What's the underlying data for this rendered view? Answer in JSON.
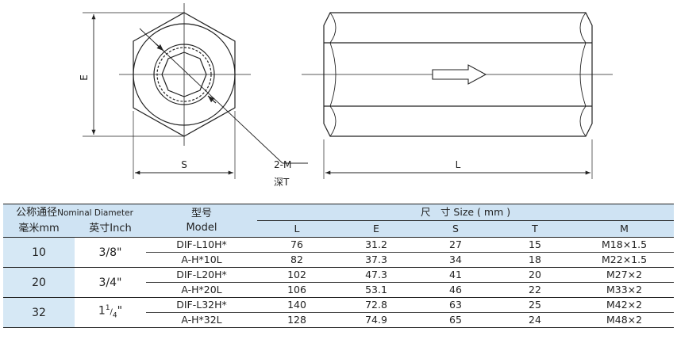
{
  "drawing": {
    "labels": {
      "e": "E",
      "s": "S",
      "thread": "2-M",
      "depth": "深T",
      "length": "L"
    }
  },
  "table": {
    "nominal_header_cn": "公称通径",
    "nominal_header_en": "Nominal Diameter",
    "mm_header": "毫米mm",
    "inch_header": "英寸Inch",
    "model_header_cn": "型号",
    "model_header_en": "Model",
    "size_header": "尺　寸 Size ( mm )",
    "columns": [
      "L",
      "E",
      "S",
      "T",
      "M"
    ],
    "groups": [
      {
        "mm": "10",
        "inch": "3/8\"",
        "rows": [
          {
            "model": "DIF-L10H*",
            "L": "76",
            "E": "31.2",
            "S": "27",
            "T": "15",
            "M": "M18×1.5"
          },
          {
            "model": "A-H*10L",
            "L": "82",
            "E": "37.3",
            "S": "34",
            "T": "18",
            "M": "M22×1.5"
          }
        ]
      },
      {
        "mm": "20",
        "inch": "3/4\"",
        "rows": [
          {
            "model": "DIF-L20H*",
            "L": "102",
            "E": "47.3",
            "S": "41",
            "T": "20",
            "M": "M27×2"
          },
          {
            "model": "A-H*20L",
            "L": "106",
            "E": "53.1",
            "S": "46",
            "T": "22",
            "M": "M33×2"
          }
        ]
      },
      {
        "mm": "32",
        "inch_whole": "1",
        "inch_num": "1",
        "inch_den": "4",
        "inch_mark": "\"",
        "rows": [
          {
            "model": "DIF-L32H*",
            "L": "140",
            "E": "72.8",
            "S": "63",
            "T": "25",
            "M": "M42×2"
          },
          {
            "model": "A-H*32L",
            "L": "128",
            "E": "74.9",
            "S": "65",
            "T": "24",
            "M": "M48×2"
          }
        ]
      }
    ]
  }
}
